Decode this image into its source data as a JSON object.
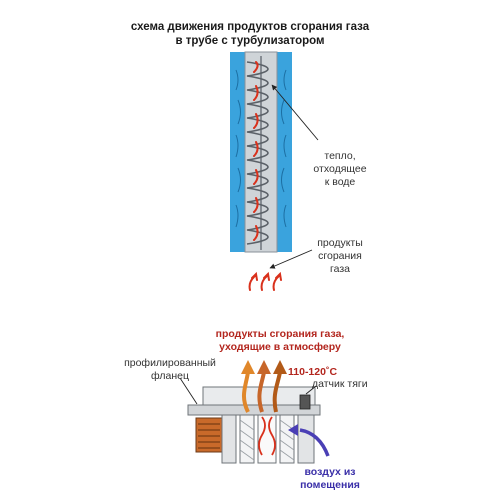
{
  "title": "схема движения продуктов сгорания газа\nв трубе с турбулизатором",
  "labels": {
    "heat_to_water": "тепло,\nотходящее\nк воде",
    "combustion_products": "продукты\nсгорания\nгаза",
    "exhaust_to_atmosphere": "продукты сгорания газа,\nуходящие в атмосферу",
    "temperature": "110-120˚С",
    "draft_sensor": "датчик тяги",
    "profiled_flange": "профилированный\nфланец",
    "room_air": "воздух из\nпомещения"
  },
  "colors": {
    "water_blue": "#3aa3dd",
    "tube_gray": "#cfd4d8",
    "flow_red": "#d9311c",
    "exhaust_brown": "#b25a18",
    "exhaust_orange": "#e0872a",
    "air_blue": "#4a3fb5"
  }
}
